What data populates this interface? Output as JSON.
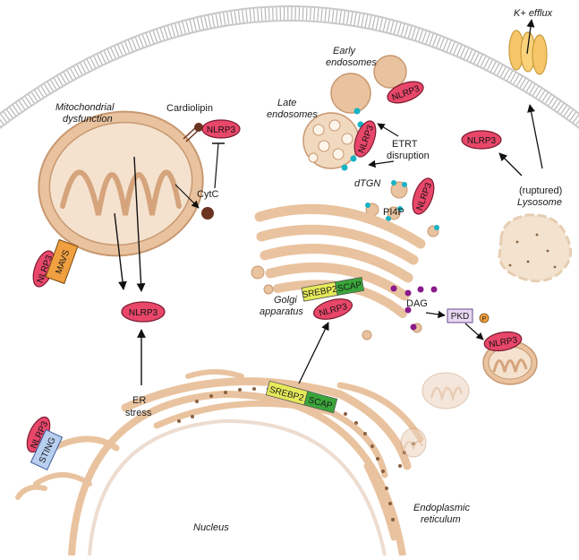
{
  "labels": {
    "k_efflux": "K+ efflux",
    "early_endosomes_1": "Early",
    "early_endosomes_2": "endosomes",
    "late_endosomes_1": "Late",
    "late_endosomes_2": "endosomes",
    "etrt_1": "ETRT",
    "etrt_2": "disruption",
    "mito_dys_1": "Mitochondrial",
    "mito_dys_2": "dysfunction",
    "cardiolipin": "Cardiolipin",
    "cytc": "CytC",
    "dtgn": "dTGN",
    "pi4p": "PI4P",
    "lysosome_1": "(ruptured)",
    "lysosome_2": "Lysosome",
    "golgi_1": "Golgi",
    "golgi_2": "apparatus",
    "dag": "DAG",
    "pkd": "PKD",
    "phos": "P",
    "er_stress_1": "ER",
    "er_stress_2": "stress",
    "nucleus": "Nucleus",
    "er_1": "Endoplasmic",
    "er_2": "reticulum"
  },
  "proteins": {
    "nlrp3": "NLRP3",
    "mavs": "MAVS",
    "srebp2": "SREBP2",
    "scap": "SCAP",
    "sting": "STING"
  },
  "colors": {
    "organelle_fill": "#e9c39f",
    "organelle_stroke": "#b8845a",
    "nlrp3_fill": "#e8476a",
    "srebp2_fill": "#e6ea5a",
    "scap_fill": "#3aa53a",
    "mavs_fill": "#f0a040",
    "sting_fill": "#b8cff0",
    "pkd_fill": "#e6d8f2",
    "cyan_dot": "#16b3c4",
    "purple_dot": "#8a1b8c",
    "cytc_dot": "#6b3420",
    "channel_fill": "#f6c66a"
  }
}
